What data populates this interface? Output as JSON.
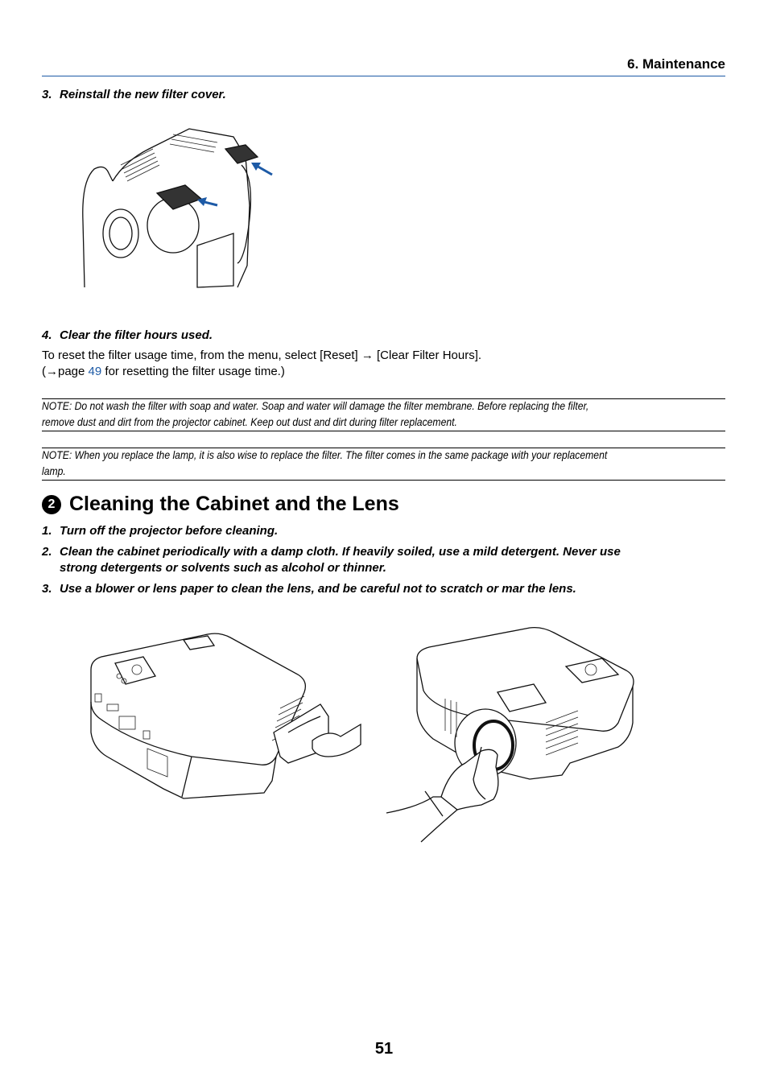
{
  "header": {
    "section": "6. Maintenance"
  },
  "steps_top": [
    {
      "num": "3.",
      "text": "Reinstall the new filter cover."
    },
    {
      "num": "4.",
      "text": "Clear the filter hours used."
    }
  ],
  "reset_text": {
    "line1": "To reset the filter usage time, from the menu, select [Reset] → [Clear Filter Hours].",
    "line2_prefix": "(→page ",
    "line2_link": "49",
    "line2_suffix": " for resetting the filter usage time.)"
  },
  "notes": [
    {
      "line1": "NOTE: Do not wash the filter with soap and water. Soap and water will damage the filter membrane. Before replacing the filter,",
      "line2": "remove dust and dirt from the projector cabinet. Keep out dust and dirt during filter replacement."
    },
    {
      "line1": "NOTE: When you replace the lamp, it is also wise to replace the filter. The filter comes in the same package with your replacement",
      "line2": "lamp."
    }
  ],
  "section": {
    "bullet": "2",
    "title": "Cleaning the Cabinet and the Lens"
  },
  "steps": [
    {
      "num": "1.",
      "lines": [
        "Turn off the projector before cleaning."
      ]
    },
    {
      "num": "2.",
      "lines": [
        "Clean the cabinet periodically with a damp cloth. If heavily soiled, use a mild detergent. Never use",
        "strong detergents or solvents such as alcohol or thinner."
      ]
    },
    {
      "num": "3.",
      "lines": [
        "Use a blower or lens paper to clean the lens, and be careful not to scratch or mar the lens."
      ]
    }
  ],
  "colors": {
    "accent": "#1d5aa6"
  },
  "page_number": "51"
}
